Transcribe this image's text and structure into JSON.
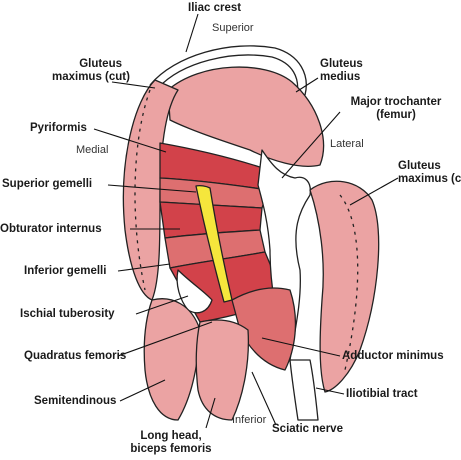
{
  "figure": {
    "directions": {
      "superior": "Superior",
      "medial": "Medial",
      "lateral": "Lateral",
      "inferior": "Inferior"
    },
    "labels": {
      "iliac_crest": "Iliac crest",
      "gluteus_maximus_cut_left": [
        "Gluteus",
        "maximus (cut)"
      ],
      "gluteus_medius": [
        "Gluteus",
        "medius"
      ],
      "major_trochanter": [
        "Major trochanter",
        "(femur)"
      ],
      "pyriformis": "Pyriformis",
      "superior_gemelli": "Superior gemelli",
      "gluteus_maximus_cut_right": [
        "Gluteus",
        "maximus (cut)"
      ],
      "obturator_internus": "Obturator internus",
      "inferior_gemelli": "Inferior gemelli",
      "ischial_tuberosity": "Ischial tuberosity",
      "quadratus_femoris": "Quadratus femoris",
      "adductor_minimus": "Adductor minimus",
      "semitendinous": "Semitendinous",
      "iliotibial_tract": "Iliotibial tract",
      "long_head_biceps": [
        "Long head,",
        "biceps femoris"
      ],
      "sciatic_nerve": "Sciatic nerve"
    },
    "colors": {
      "muscle_light": "#eba3a3",
      "muscle_mid": "#dd6f70",
      "muscle_deep": "#d2424a",
      "nerve": "#f5e63c",
      "outline": "#222222",
      "leader": "#111111"
    }
  }
}
